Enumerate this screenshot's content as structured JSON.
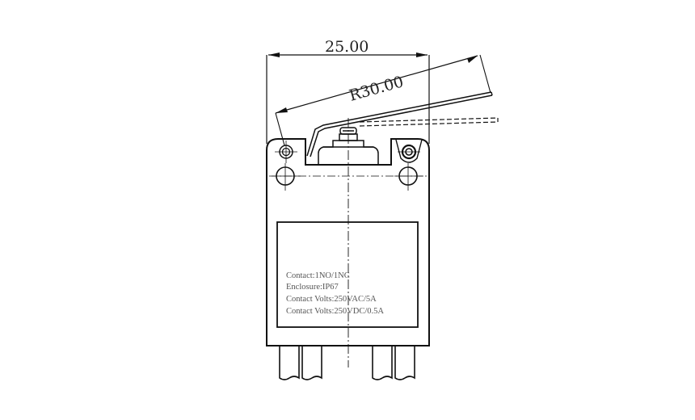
{
  "drawing": {
    "title": "Micro switch with hinge lever - dimension drawing",
    "dimensions": {
      "width_label": "25.00",
      "lever_radius_label": "R30.00"
    },
    "label_panel": {
      "lines": [
        "Contact:1NO/1NC",
        "Enclosure:IP67",
        "Contact Volts:250VAC/5A",
        "Contact Volts:250VDC/0.5A"
      ]
    },
    "colors": {
      "line": "#111111",
      "background": "#ffffff",
      "label_text": "#555555"
    }
  }
}
